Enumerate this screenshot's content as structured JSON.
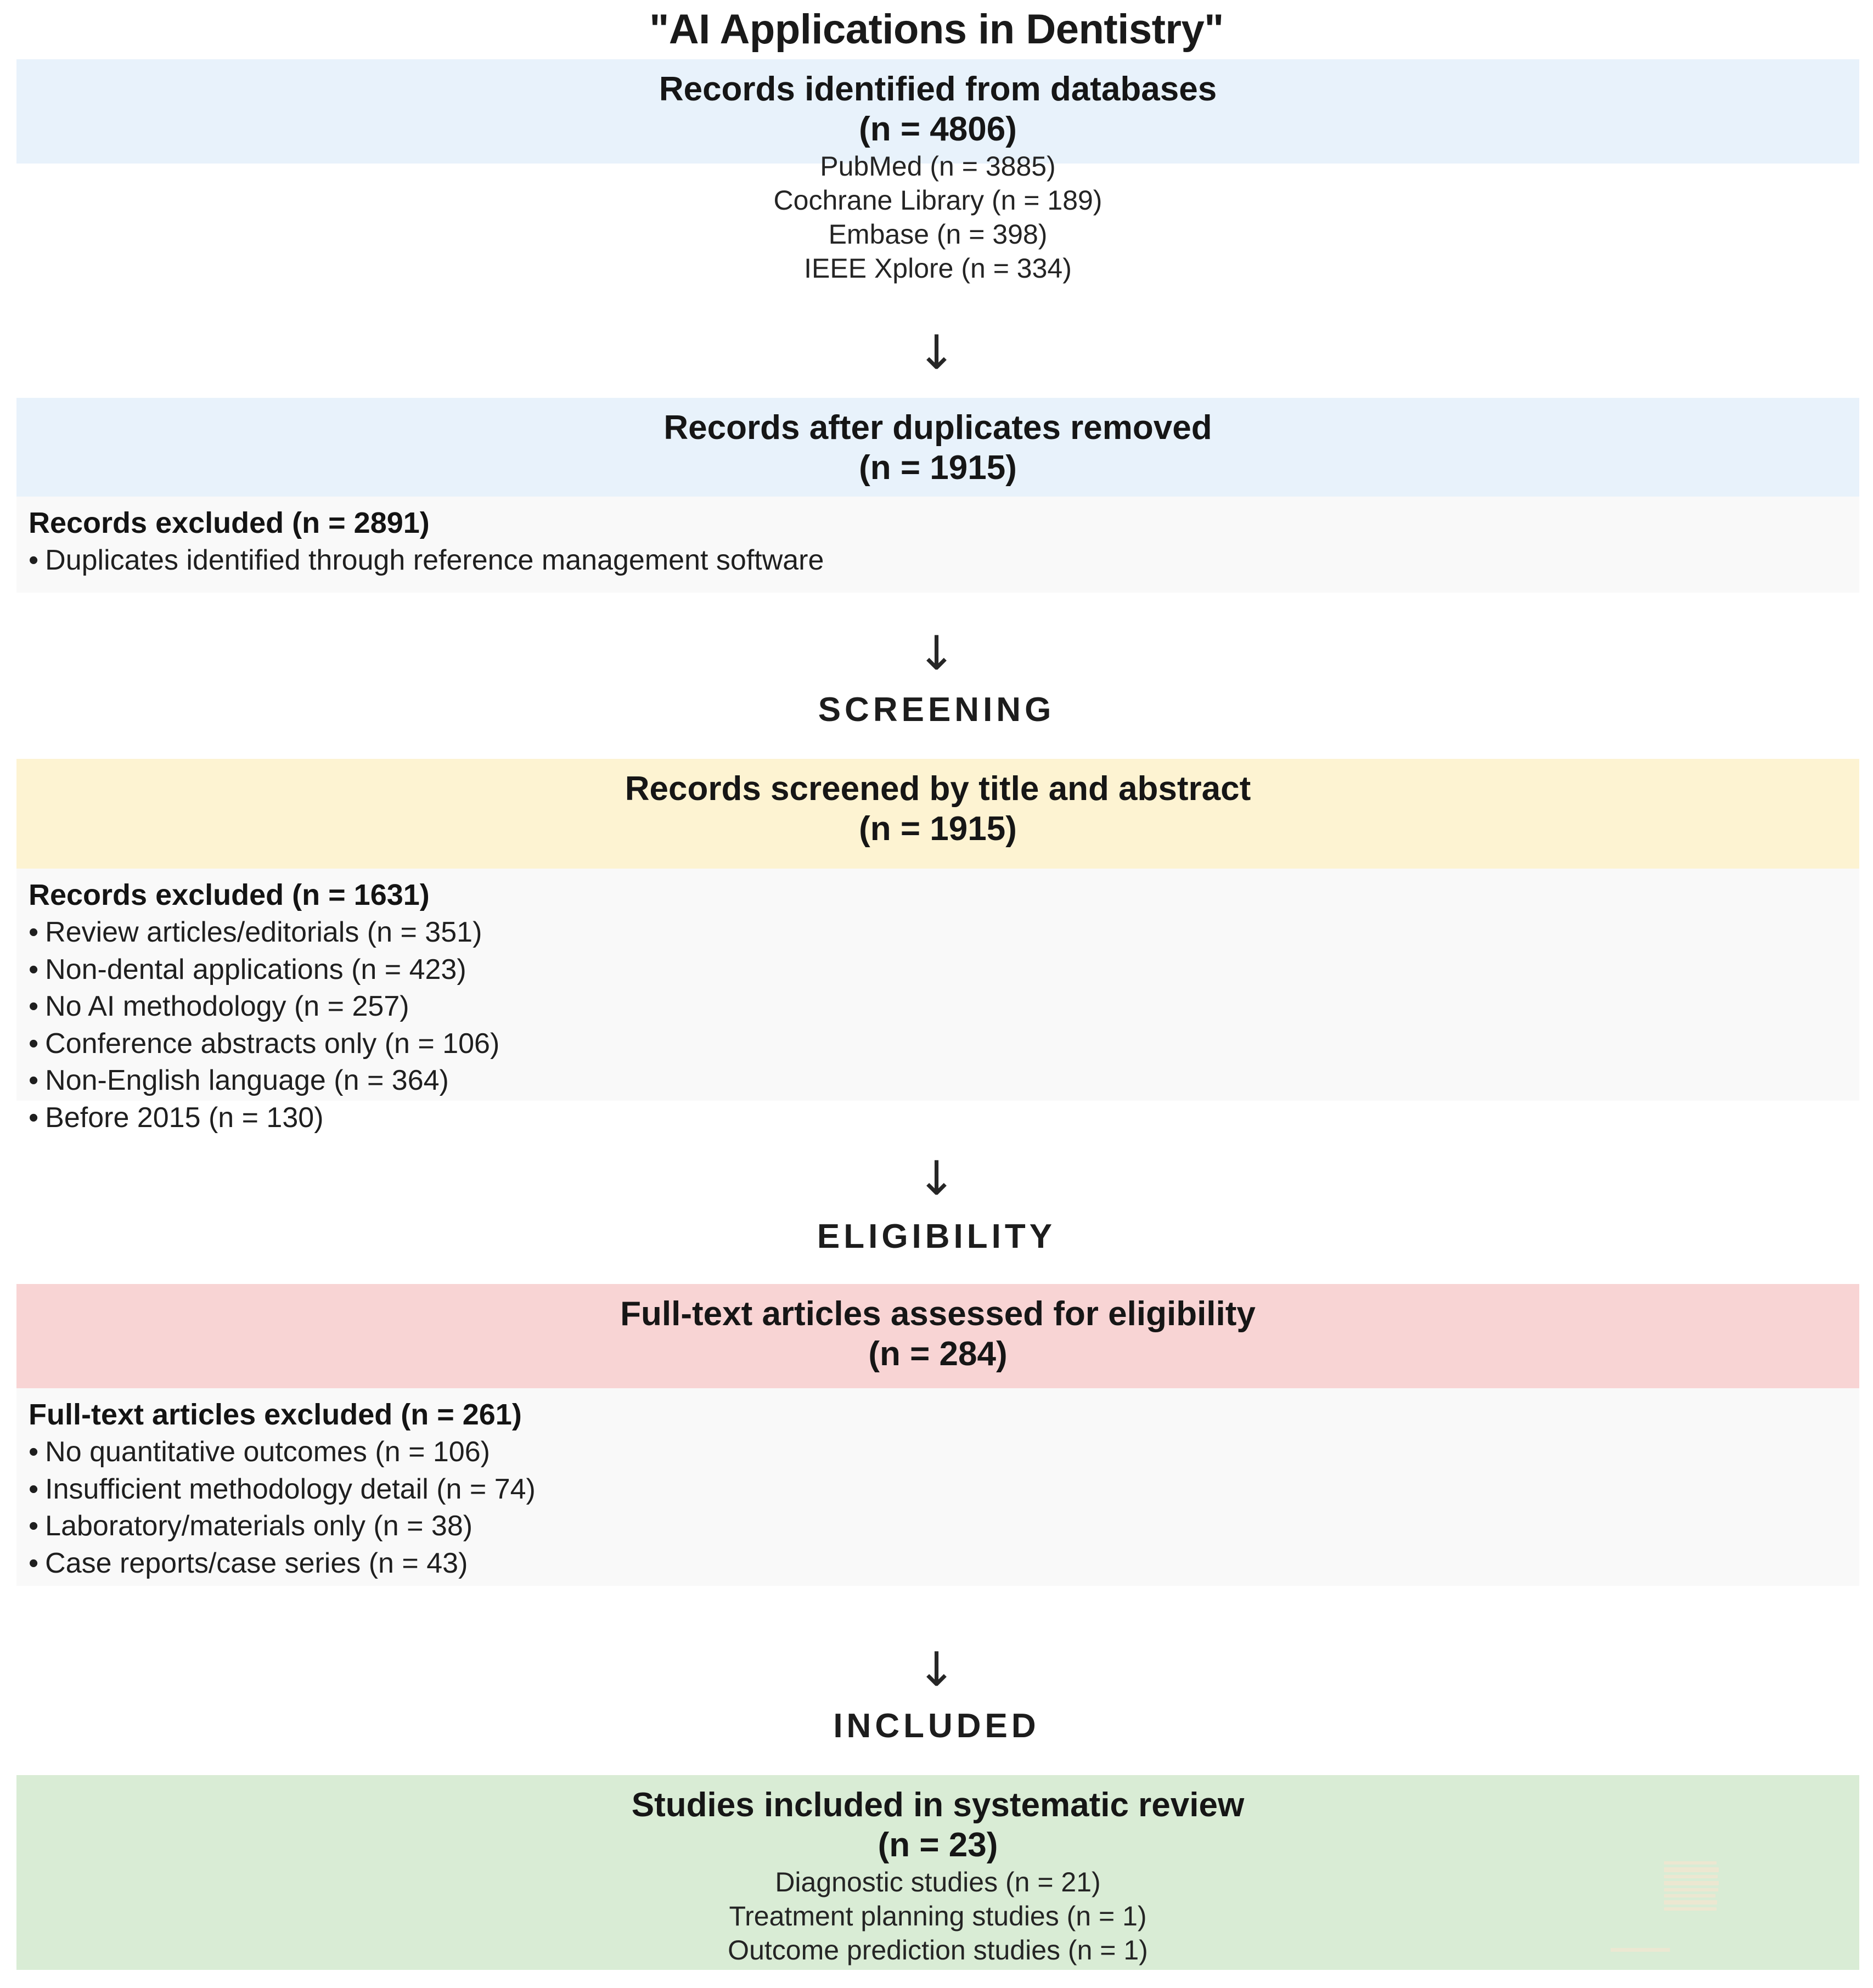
{
  "title": "\"AI Applications in Dentistry\"",
  "colors": {
    "identification_box": "#e8f2fb",
    "screening_box": "#fdf3d2",
    "eligibility_box": "#f8d4d4",
    "included_box": "#d9ecd5",
    "exclusion_bar": "#f9f9f9",
    "text": "#1a1a1a"
  },
  "arrow_glyph": "↓",
  "stages": {
    "identification": {
      "title": "Records identified from databases",
      "count": "(n = 4806)",
      "sources": [
        "PubMed (n = 3885)",
        "Cochrane Library (n = 189)",
        "Embase (n = 398)",
        "IEEE Xplore (n = 334)"
      ]
    },
    "duplicates_removed": {
      "title": "Records after duplicates removed",
      "count": "(n = 1915)"
    },
    "duplicates_excluded": {
      "header": "Records excluded (n = 2891)",
      "items": [
        "Duplicates identified through reference management software"
      ]
    },
    "screening_label": "SCREENING",
    "screened": {
      "title": "Records screened by title and abstract",
      "count": "(n = 1915)"
    },
    "screening_excluded": {
      "header": "Records excluded (n = 1631)",
      "items": [
        "Review articles/editorials (n = 351)",
        "Non-dental applications (n = 423)",
        "No AI methodology (n = 257)",
        "Conference abstracts only (n = 106)",
        "Non-English language (n = 364)",
        "Before 2015 (n = 130)"
      ]
    },
    "eligibility_label": "ELIGIBILITY",
    "fulltext_assessed": {
      "title": "Full-text articles assessed for eligibility",
      "count": "(n = 284)"
    },
    "fulltext_excluded": {
      "header": "Full-text articles excluded (n = 261)",
      "items": [
        "No quantitative outcomes (n = 106)",
        "Insufficient methodology detail (n = 74)",
        "Laboratory/materials only (n = 38)",
        "Case reports/case series (n = 43)"
      ]
    },
    "included_label": "INCLUDED",
    "included": {
      "title": "Studies included in systematic review",
      "count": "(n = 23)",
      "breakdown": [
        "Diagnostic studies (n = 21)",
        "Treatment planning studies (n = 1)",
        "Outcome prediction studies (n = 1)"
      ]
    }
  },
  "chart_data": {
    "type": "diagram",
    "title": "\"AI Applications in Dentistry\"",
    "diagram_kind": "PRISMA flow diagram",
    "nodes": [
      {
        "id": "identification",
        "label": "Records identified from databases",
        "n": 4806,
        "breakdown": {
          "PubMed": 3885,
          "Cochrane Library": 189,
          "Embase": 398,
          "IEEE Xplore": 334
        },
        "color": "#e8f2fb"
      },
      {
        "id": "duplicates_removed",
        "label": "Records after duplicates removed",
        "n": 1915,
        "color": "#e8f2fb"
      },
      {
        "id": "duplicates_excluded",
        "label": "Records excluded",
        "n": 2891,
        "reasons": {
          "Duplicates identified through reference management software": null
        },
        "color": "#f9f9f9"
      },
      {
        "id": "screened",
        "label": "Records screened by title and abstract",
        "n": 1915,
        "phase": "SCREENING",
        "color": "#fdf3d2"
      },
      {
        "id": "screening_excluded",
        "label": "Records excluded",
        "n": 1631,
        "reasons": {
          "Review articles/editorials": 351,
          "Non-dental applications": 423,
          "No AI methodology": 257,
          "Conference abstracts only": 106,
          "Non-English language": 364,
          "Before 2015": 130
        },
        "color": "#f9f9f9"
      },
      {
        "id": "fulltext_assessed",
        "label": "Full-text articles assessed for eligibility",
        "n": 284,
        "phase": "ELIGIBILITY",
        "color": "#f8d4d4"
      },
      {
        "id": "fulltext_excluded",
        "label": "Full-text articles excluded",
        "n": 261,
        "reasons": {
          "No quantitative outcomes": 106,
          "Insufficient methodology detail": 74,
          "Laboratory/materials only": 38,
          "Case reports/case series": 43
        },
        "color": "#f9f9f9"
      },
      {
        "id": "included",
        "label": "Studies included in systematic review",
        "n": 23,
        "phase": "INCLUDED",
        "breakdown": {
          "Diagnostic studies": 21,
          "Treatment planning studies": 1,
          "Outcome prediction studies": 1
        },
        "color": "#d9ecd5"
      }
    ],
    "edges": [
      {
        "from": "identification",
        "to": "duplicates_removed"
      },
      {
        "from": "duplicates_removed",
        "to": "screened"
      },
      {
        "from": "screened",
        "to": "fulltext_assessed"
      },
      {
        "from": "fulltext_assessed",
        "to": "included"
      }
    ]
  }
}
